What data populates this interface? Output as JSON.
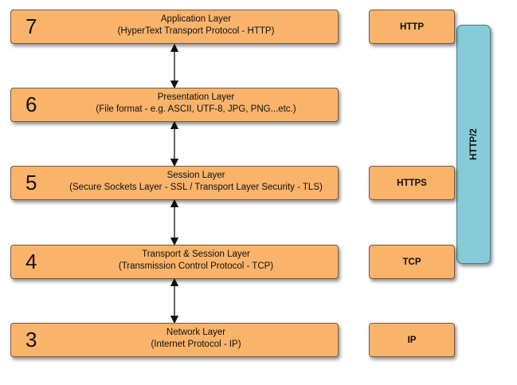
{
  "layers": [
    {
      "number": "7",
      "title": "Application Layer",
      "subtitle": "(HyperText Transport Protocol - HTTP)"
    },
    {
      "number": "6",
      "title": "Presentation Layer",
      "subtitle": "(File format - e.g. ASCII, UTF-8, JPG, PNG...etc.)"
    },
    {
      "number": "5",
      "title": "Session Layer",
      "subtitle": "(Secure Sockets Layer - SSL / Transport Layer Security - TLS)"
    },
    {
      "number": "4",
      "title": "Transport & Session Layer",
      "subtitle": "(Transmission Control Protocol - TCP)"
    },
    {
      "number": "3",
      "title": "Network Layer",
      "subtitle": "(Internet Protocol - IP)"
    }
  ],
  "protocols": [
    "HTTP",
    "HTTPS",
    "TCP",
    "IP"
  ],
  "http2_label": "HTTP/2",
  "colors": {
    "layer_fill": "#f9b36a",
    "http2_fill": "#86cbd8"
  }
}
